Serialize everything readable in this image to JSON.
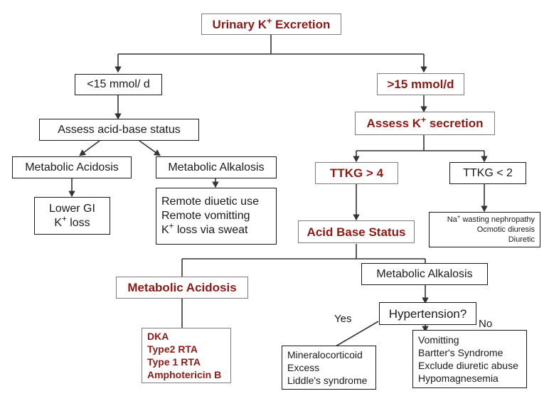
{
  "diagram": {
    "title": "Urinary K+ Excretion",
    "type": "clinical-decision-flowchart",
    "colors": {
      "emphasis": "#8b1a15",
      "plain": "#1a1a1a",
      "background": "#ffffff",
      "connector": "#333333"
    }
  },
  "nodes": {
    "root": {
      "label": "Urinary K",
      "sup": "+",
      "label_tail": " Excretion"
    },
    "low_excretion": {
      "label": "<15 mmol/ d"
    },
    "high_excretion": {
      "label": ">15 mmol/d"
    },
    "assess_acid_base": {
      "label": "Assess acid-base status"
    },
    "assess_k_secretion": {
      "label": "Assess K",
      "sup": "+",
      "label_tail": " secretion"
    },
    "metabolic_acidosis_left": {
      "label": "Metabolic Acidosis"
    },
    "metabolic_alkalosis_left": {
      "label": "Metabolic Alkalosis"
    },
    "lower_gi": {
      "lines": [
        "Lower GI",
        "K+ loss"
      ],
      "line1": "Lower GI",
      "line2_pre": "K",
      "line2_sup": "+",
      "line2_post": " loss"
    },
    "remote_causes": {
      "line1": "Remote diuetic use",
      "line2": "Remote vomitting",
      "line3_pre": "K",
      "line3_sup": "+",
      "line3_post": " loss via sweat"
    },
    "ttkg_high": {
      "label": "TTKG > 4"
    },
    "ttkg_low": {
      "label": "TTKG < 2"
    },
    "na_wasting": {
      "line1_pre": "Na",
      "line1_sup": "+",
      "line1_post": " wasting nephropathy",
      "line2": "Ocmotic diuresis",
      "line3": "Diuretic"
    },
    "acid_base_status": {
      "label": "Acid Base Status"
    },
    "metabolic_acidosis_bottom": {
      "label": "Metabolic Acidosis"
    },
    "metabolic_alkalosis_bottom": {
      "label": "Metabolic Alkalosis"
    },
    "acidosis_causes": {
      "line1": "DKA",
      "line2": "Type2 RTA",
      "line3": "Type 1 RTA",
      "line4": "Amphotericin B"
    },
    "hypertension": {
      "label": "Hypertension?"
    },
    "hypertension_yes_causes": {
      "line1": "Mineralocorticoid",
      "line2": "Excess",
      "line3": "Liddle's syndrome"
    },
    "hypertension_no_causes": {
      "line1": "Vomitting",
      "line2": "Bartter's Syndrome",
      "line3": "Exclude diuretic abuse",
      "line4": "Hypomagnesemia"
    }
  },
  "edge_labels": {
    "yes": "Yes",
    "no": "No"
  }
}
